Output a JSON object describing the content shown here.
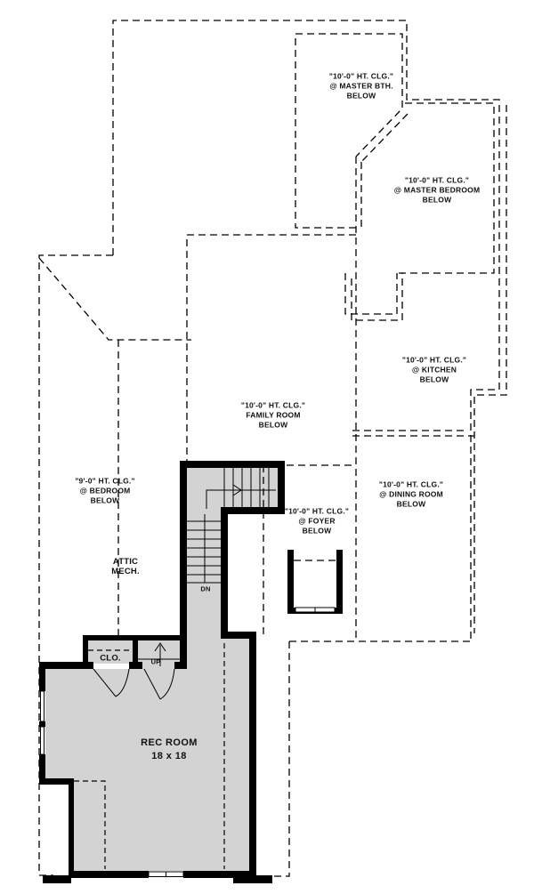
{
  "colors": {
    "wall": "#000000",
    "fill": "#d3d3d3",
    "bg": "#ffffff",
    "text": "#111111"
  },
  "labels": {
    "master_bath": {
      "l1": "\"10'-0\" HT. CLG.\"",
      "l2": "@ MASTER BTH.",
      "l3": "BELOW"
    },
    "master_bedroom": {
      "l1": "\"10'-0\" HT. CLG.\"",
      "l2": "@ MASTER BEDROOM",
      "l3": "BELOW"
    },
    "kitchen": {
      "l1": "\"10'-0\" HT. CLG.\"",
      "l2": "@ KITCHEN",
      "l3": "BELOW"
    },
    "family_room": {
      "l1": "\"10'-0\" HT. CLG.\"",
      "l2": "FAMILY ROOM",
      "l3": "BELOW"
    },
    "dining_room": {
      "l1": "\"10'-0\" HT. CLG.\"",
      "l2": "@ DINING ROOM",
      "l3": "BELOW"
    },
    "foyer": {
      "l1": "\"10'-0\" HT. CLG.\"",
      "l2": "@ FOYER",
      "l3": "BELOW"
    },
    "bedroom": {
      "l1": "\"9'-0\" HT. CLG.\"",
      "l2": "@ BEDROOM",
      "l3": "BELOW"
    },
    "attic": {
      "l1": "ATTIC",
      "l2": "MECH."
    },
    "rec_room": {
      "name": "REC ROOM",
      "size": "18 x 18"
    },
    "closet": "CLO.",
    "up": "UP",
    "down": "DN"
  }
}
